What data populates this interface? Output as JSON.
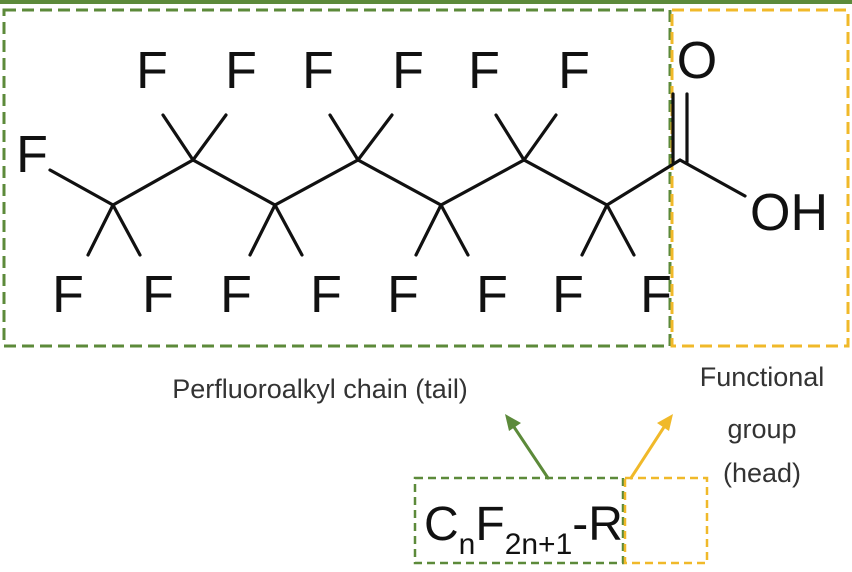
{
  "colors": {
    "tail": "#5c8a3a",
    "head": "#f0b92a",
    "bond": "#111111",
    "text": "#111111"
  },
  "molecule": {
    "chain_f_atoms": [
      "F",
      "F",
      "F",
      "F",
      "F",
      "F",
      "F",
      "F",
      "F",
      "F",
      "F",
      "F",
      "F",
      "F",
      "F"
    ],
    "carbonyl_o": "O",
    "hydroxyl": "OH"
  },
  "captions": {
    "tail_label": "Perfluoroalkyl chain (tail)",
    "head_label": [
      "Functional",
      "group",
      "(head)"
    ]
  },
  "formula": {
    "base_c": "C",
    "sub_n": "n",
    "base_f": "F",
    "sub_2n1": "2n+1",
    "group": "-R"
  }
}
